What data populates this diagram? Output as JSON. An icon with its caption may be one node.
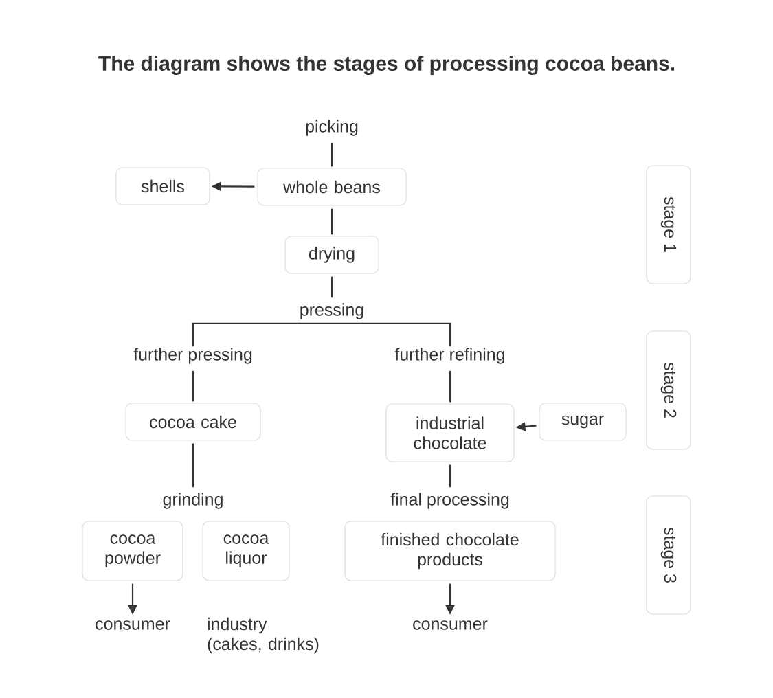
{
  "diagram": {
    "title": "The diagram shows the stages of processing cocoa beans.",
    "nodes": [
      {
        "text": [
          "picking"
        ]
      },
      {
        "text": [
          "whole beans"
        ]
      },
      {
        "text": [
          "shells"
        ]
      },
      {
        "text": [
          "drying"
        ]
      },
      {
        "text": [
          "pressing"
        ]
      },
      {
        "text": [
          "further pressing"
        ]
      },
      {
        "text": [
          "further refining"
        ]
      },
      {
        "text": [
          "cocoa cake"
        ]
      },
      {
        "text": [
          "industrial chocolate"
        ]
      },
      {
        "text": [
          "sugar"
        ]
      },
      {
        "text": [
          "grinding"
        ]
      },
      {
        "text": [
          "final processing"
        ]
      },
      {
        "text": [
          "cocoa powder"
        ]
      },
      {
        "text": [
          "cocoa liquor"
        ]
      },
      {
        "text": [
          "finished chocolate products"
        ]
      },
      {
        "text": [
          "consumer"
        ]
      },
      {
        "text": [
          "industry (cakes, drinks)"
        ]
      },
      {
        "text": [
          "consumer"
        ]
      },
      {
        "text": [
          "stage 1"
        ]
      },
      {
        "text": [
          "stage 2"
        ]
      },
      {
        "text": [
          "stage 3"
        ]
      }
    ],
    "edges": [
      {
        "from": 0,
        "to": 1,
        "arrow": "none"
      },
      {
        "from": 1,
        "to": 2,
        "arrow": "to"
      },
      {
        "from": 1,
        "to": 3,
        "arrow": "none"
      },
      {
        "from": 3,
        "to": 4,
        "arrow": "none"
      },
      {
        "from": 4,
        "to": 5,
        "arrow": "none"
      },
      {
        "from": 4,
        "to": 6,
        "arrow": "none"
      },
      {
        "from": 5,
        "to": 7,
        "arrow": "none"
      },
      {
        "from": 6,
        "to": 8,
        "arrow": "none"
      },
      {
        "from": 9,
        "to": 8,
        "arrow": "to"
      },
      {
        "from": 7,
        "to": 10,
        "arrow": "none"
      },
      {
        "from": 8,
        "to": 11,
        "arrow": "none"
      },
      {
        "from": 12,
        "to": 15,
        "arrow": "to"
      },
      {
        "from": 14,
        "to": 17,
        "arrow": "to"
      }
    ]
  }
}
